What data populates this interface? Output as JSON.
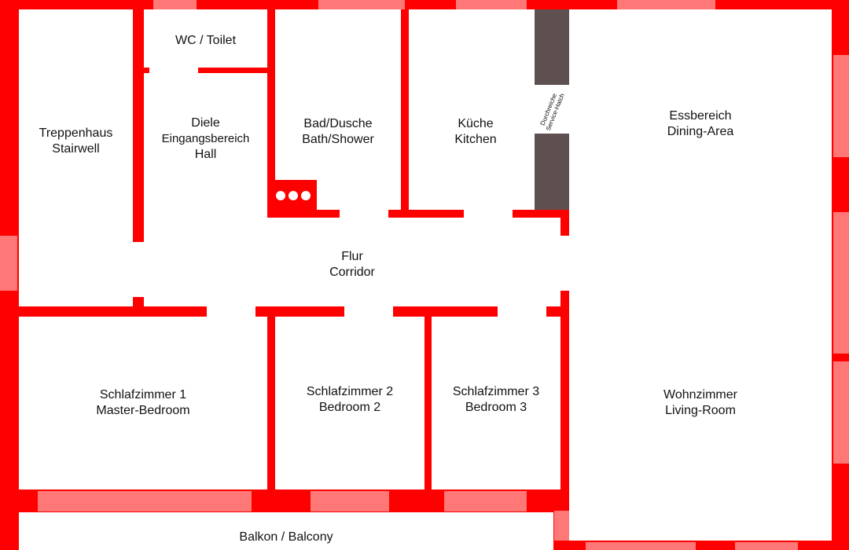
{
  "colors": {
    "wall": "#ff0000",
    "window": "#ff7878",
    "floor": "#ffffff",
    "hatch_counter": "#5e5050",
    "text": "#111111"
  },
  "rooms": {
    "wc": {
      "line1": "WC / Toilet"
    },
    "stairwell": {
      "line1": "Treppenhaus",
      "line2": "Stairwell"
    },
    "hall": {
      "line1": "Diele",
      "line2": "Eingangsbereich",
      "line3": "Hall"
    },
    "bath": {
      "line1": "Bad/Dusche",
      "line2": "Bath/Shower"
    },
    "kitchen": {
      "line1": "Küche",
      "line2": "Kitchen"
    },
    "service_hatch": {
      "line1": "Durchreiche",
      "line2": "Service-Hatch"
    },
    "dining": {
      "line1": "Essbereich",
      "line2": "Dining-Area"
    },
    "corridor": {
      "line1": "Flur",
      "line2": "Corridor"
    },
    "master_bedroom": {
      "line1": "Schlafzimmer 1",
      "line2": "Master-Bedroom"
    },
    "bedroom2": {
      "line1": "Schlafzimmer 2",
      "line2": "Bedroom 2"
    },
    "bedroom3": {
      "line1": "Schlafzimmer 3",
      "line2": "Bedroom 3"
    },
    "living": {
      "line1": "Wohnzimmer",
      "line2": "Living-Room"
    },
    "balcony": {
      "line1": "Balkon / Balcony"
    }
  }
}
